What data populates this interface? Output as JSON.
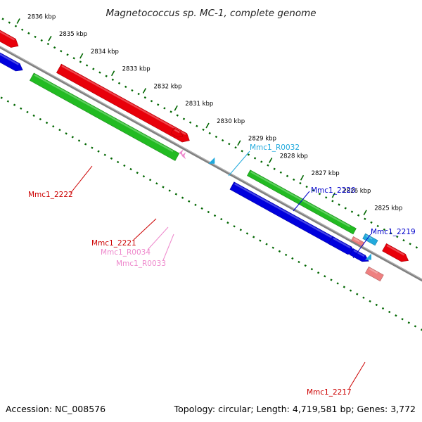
{
  "map": {
    "title": "Magnetococcus sp. MC-1, complete genome",
    "accession": "Accession: NC_008576",
    "summary": "Topology: circular; Length: 4,719,581 bp; Genes: 3,772"
  },
  "ticks": [
    "2836 kbp",
    "2835 kbp",
    "2834 kbp",
    "2833 kbp",
    "2832 kbp",
    "2831 kbp",
    "2830 kbp",
    "2829 kbp",
    "2828 kbp",
    "2827 kbp",
    "2826 kbp",
    "2825 kbp"
  ],
  "colors": {
    "cds_forward": "#e8000a",
    "cds_reverse": "#0000dd",
    "gc_skew": "#22bb22",
    "rRNA_light": "#ee8080",
    "tRNA": "#22aadd",
    "misc_pink": "#ee88cc",
    "backbone": "#808080",
    "tick_green": "#006600"
  },
  "gene_labels": [
    {
      "name": "Mmc1_2222",
      "color": "#cc0000"
    },
    {
      "name": "Mmc1_2221",
      "color": "#cc0000"
    },
    {
      "name": "Mmc1_R0034",
      "color": "#ee88cc"
    },
    {
      "name": "Mmc1_R0033",
      "color": "#ee88cc"
    },
    {
      "name": "Mmc1_R0032",
      "color": "#22aadd"
    },
    {
      "name": "Mmc1_2220",
      "color": "#0000cc"
    },
    {
      "name": "Mmc1_2219",
      "color": "#0000cc"
    },
    {
      "name": "Mmc1_2217",
      "color": "#cc0000"
    }
  ]
}
